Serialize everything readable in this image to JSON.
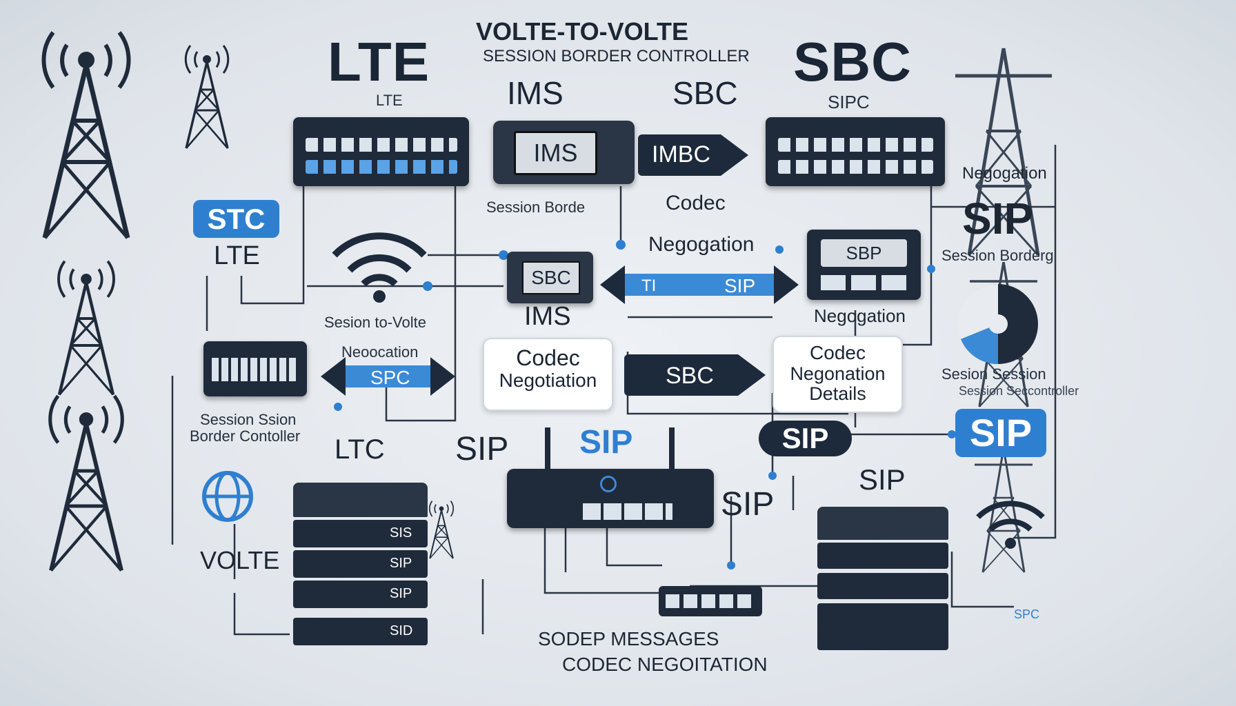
{
  "title": {
    "line1": "VOLTE-TO-VOLTE",
    "line2": "SESSION BORDER CONTROLLER"
  },
  "headings": {
    "lte": "LTE",
    "sbc": "SBC"
  },
  "labels": {
    "lte_small": "LTE",
    "sipc": "SIPC",
    "ims_top": "IMS",
    "sbc_top": "SBC",
    "ims_screen": "IMS",
    "imbc_arrow": "IMBC",
    "session_borde": "Session Borde",
    "codec": "Codec",
    "negogation_right": "Negogation",
    "sip_right_big": "SIP",
    "session_border_right": "Session Borderg",
    "stc": "STC",
    "lte_left": "LTE",
    "sbc_device": "SBC",
    "ims_mid": "IMS",
    "negogation_mid": "Negogation",
    "sbp_device": "SBP",
    "tl": "TI",
    "sip_arrow": "SIP",
    "negogation_lower": "Negogation",
    "sesion_to_volte": "Sesion to-Volte",
    "neoocation": "Neoocation",
    "spc_arrow": "SPC",
    "sbc_arrow2": "SBC",
    "session_sesion": "Sesion Session",
    "session_controller": "Session Seccontroller",
    "session_ssion": "Session Ssion",
    "border_contoller": "Border Contoller",
    "ltc": "LTC",
    "sip_left": "SIP",
    "sip_center": "SIP",
    "sip_pill": "SIP",
    "sip_box_right": "SIP",
    "sip_lower1": "SIP",
    "sip_lower2": "SIP",
    "volte": "VOLTE",
    "spc_small": "SPC",
    "sodep": "SODEP MESSAGES",
    "codec_neg_bottom": "CODEC NEGOITATION"
  },
  "boxes": {
    "codec_neg_line1": "Codec",
    "codec_neg_line2": "Negotiation",
    "codec_neg_details_line1": "Codec",
    "codec_neg_details_line2": "Negonation",
    "codec_neg_details_line3": "Details"
  },
  "server_labels": [
    "SIS",
    "SIP",
    "SIP",
    "SID"
  ],
  "colors": {
    "accent": "#2f7fd1",
    "dark": "#1d2a3b",
    "background": "#e6eaef"
  }
}
